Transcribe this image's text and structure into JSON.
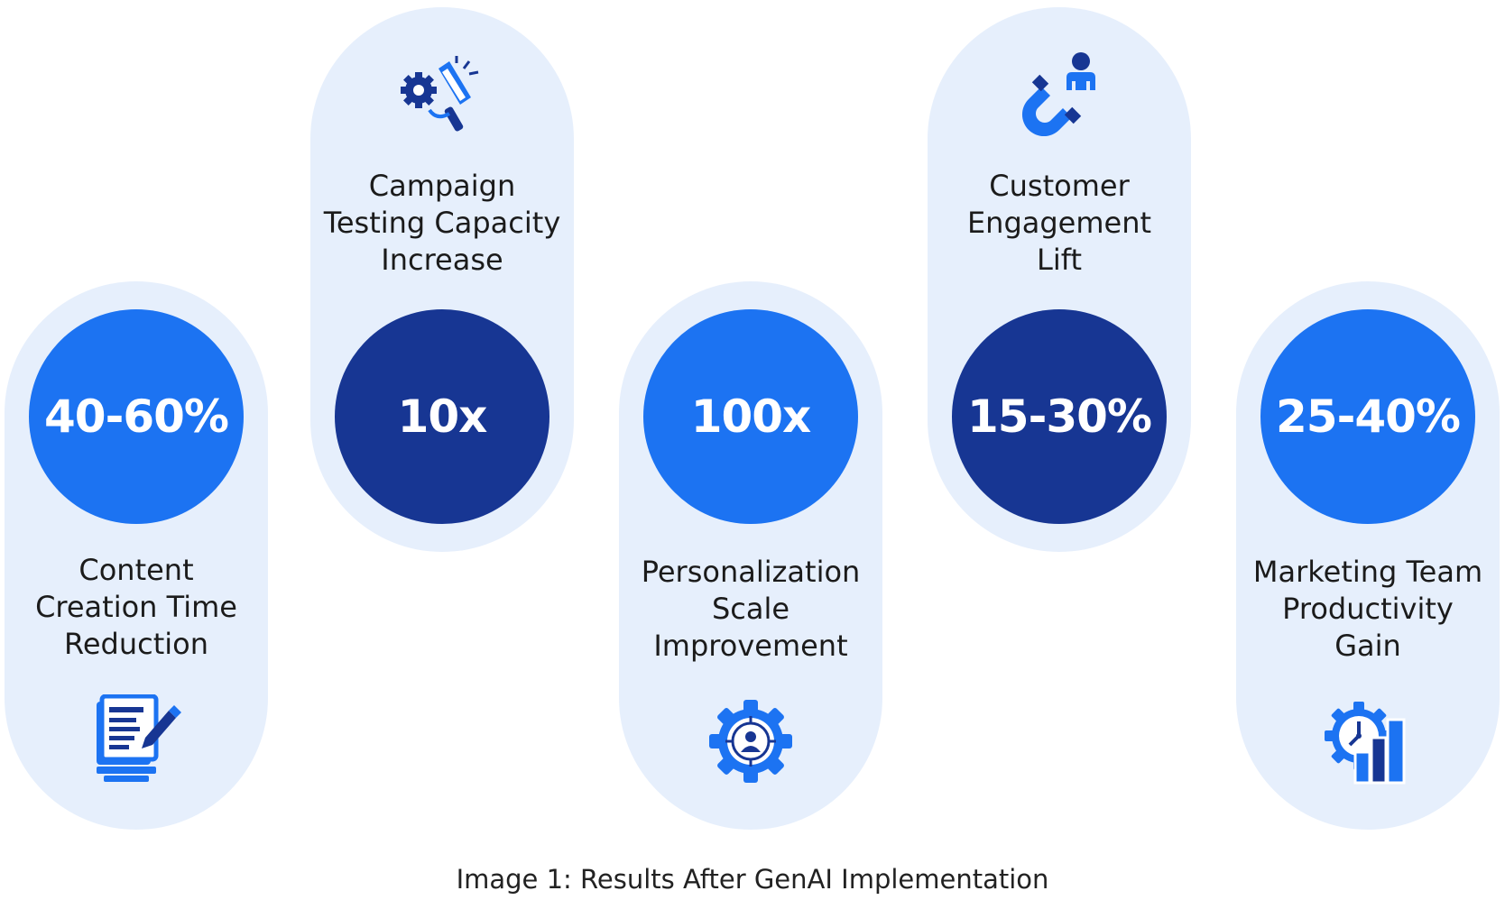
{
  "colors": {
    "pill_bg": "#e6effc",
    "bright_blue": "#1c73f2",
    "dark_blue": "#173693",
    "text": "#1b1b1b"
  },
  "metrics": [
    {
      "value": "40-60%",
      "label_lines": [
        "Content",
        "Creation Time",
        "Reduction"
      ],
      "icon": "document-edit-icon",
      "style": "bright"
    },
    {
      "value": "10x",
      "label_lines": [
        "Campaign",
        "Testing Capacity",
        "Increase"
      ],
      "icon": "megaphone-gear-icon",
      "style": "dark"
    },
    {
      "value": "100x",
      "label_lines": [
        "Personalization",
        "Scale",
        "Improvement"
      ],
      "icon": "target-gear-user-icon",
      "style": "bright"
    },
    {
      "value": "15-30%",
      "label_lines": [
        "Customer",
        "Engagement",
        "Lift"
      ],
      "icon": "magnet-user-icon",
      "style": "dark"
    },
    {
      "value": "25-40%",
      "label_lines": [
        "Marketing Team",
        "Productivity",
        "Gain"
      ],
      "icon": "clock-gear-bar-chart-icon",
      "style": "bright"
    }
  ],
  "caption": "Image 1: Results After GenAI Implementation"
}
